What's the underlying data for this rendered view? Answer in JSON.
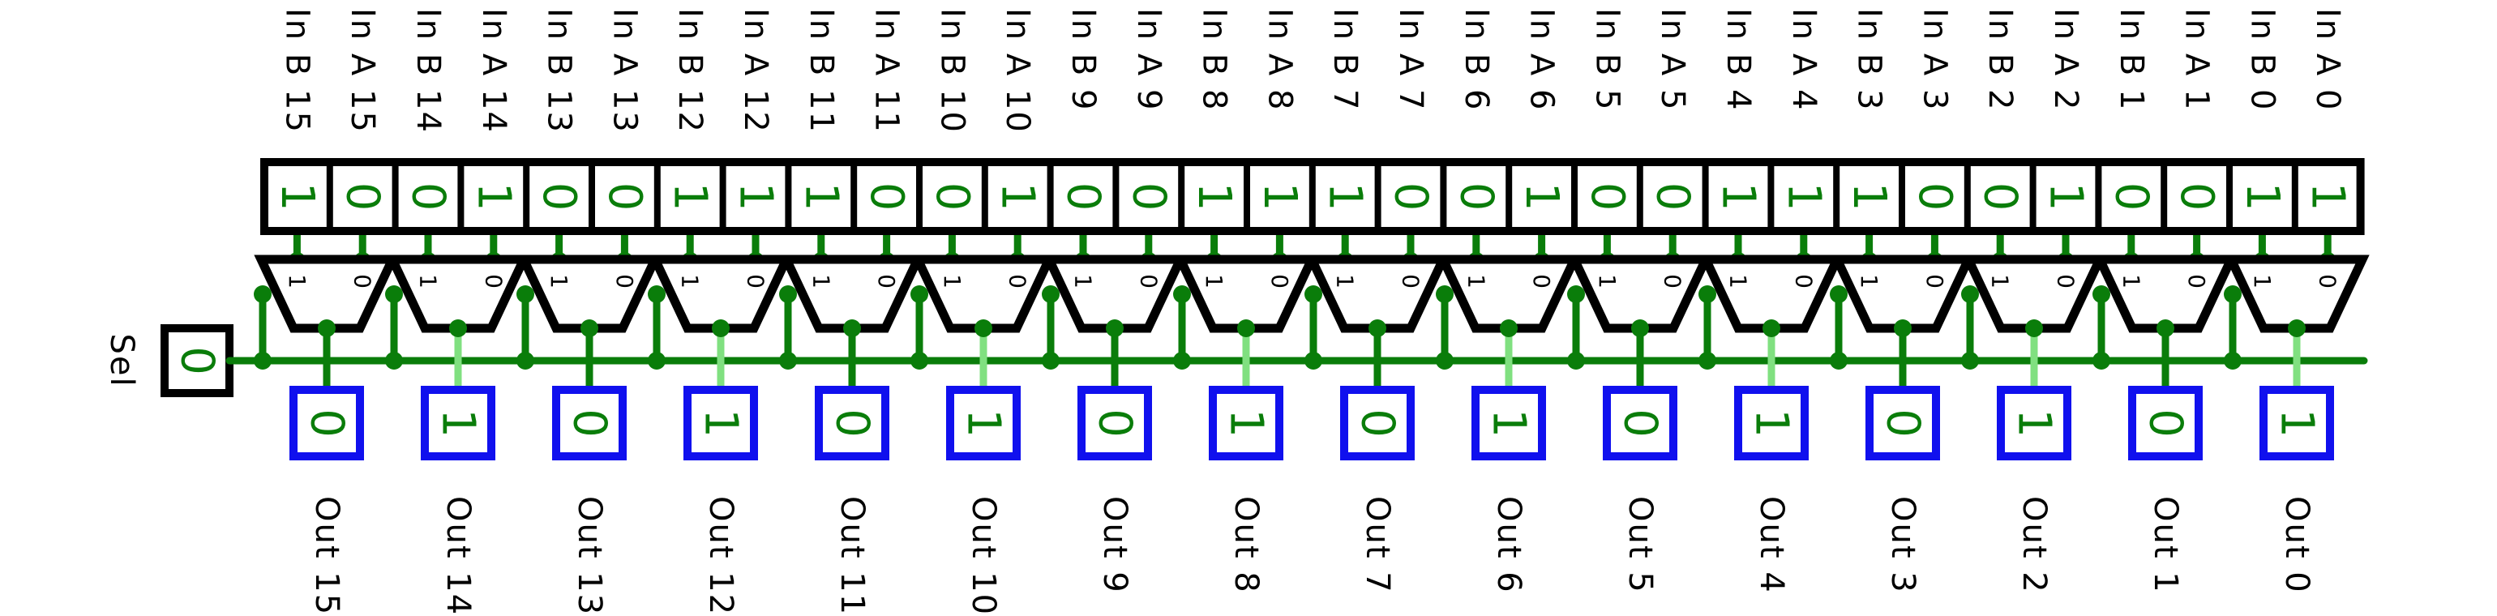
{
  "inputs": [
    {
      "label": "In B 15",
      "value": "1"
    },
    {
      "label": "In A 15",
      "value": "0"
    },
    {
      "label": "In B 14",
      "value": "0"
    },
    {
      "label": "In A 14",
      "value": "1"
    },
    {
      "label": "In B 13",
      "value": "0"
    },
    {
      "label": "In A 13",
      "value": "0"
    },
    {
      "label": "In B 12",
      "value": "1"
    },
    {
      "label": "In A 12",
      "value": "1"
    },
    {
      "label": "In B 11",
      "value": "1"
    },
    {
      "label": "In A 11",
      "value": "0"
    },
    {
      "label": "In B 10",
      "value": "0"
    },
    {
      "label": "In A 10",
      "value": "1"
    },
    {
      "label": "In B 9",
      "value": "0"
    },
    {
      "label": "In A 9",
      "value": "0"
    },
    {
      "label": "In B 8",
      "value": "1"
    },
    {
      "label": "In A 8",
      "value": "1"
    },
    {
      "label": "In B 7",
      "value": "1"
    },
    {
      "label": "In A 7",
      "value": "0"
    },
    {
      "label": "In B 6",
      "value": "0"
    },
    {
      "label": "In A 6",
      "value": "1"
    },
    {
      "label": "In B 5",
      "value": "0"
    },
    {
      "label": "In A 5",
      "value": "0"
    },
    {
      "label": "In B 4",
      "value": "1"
    },
    {
      "label": "In A 4",
      "value": "1"
    },
    {
      "label": "In B 3",
      "value": "1"
    },
    {
      "label": "In A 3",
      "value": "0"
    },
    {
      "label": "In B 2",
      "value": "0"
    },
    {
      "label": "In A 2",
      "value": "1"
    },
    {
      "label": "In B 1",
      "value": "0"
    },
    {
      "label": "In A 1",
      "value": "0"
    },
    {
      "label": "In B 0",
      "value": "1"
    },
    {
      "label": "In A 0",
      "value": "1"
    }
  ],
  "outputs": [
    {
      "label": "Out 15",
      "value": "0"
    },
    {
      "label": "Out 14",
      "value": "1"
    },
    {
      "label": "Out 13",
      "value": "0"
    },
    {
      "label": "Out 12",
      "value": "1"
    },
    {
      "label": "Out 11",
      "value": "0"
    },
    {
      "label": "Out 10",
      "value": "1"
    },
    {
      "label": "Out 9",
      "value": "0"
    },
    {
      "label": "Out 8",
      "value": "1"
    },
    {
      "label": "Out 7",
      "value": "0"
    },
    {
      "label": "Out 6",
      "value": "1"
    },
    {
      "label": "Out 5",
      "value": "0"
    },
    {
      "label": "Out 4",
      "value": "1"
    },
    {
      "label": "Out 3",
      "value": "0"
    },
    {
      "label": "Out 2",
      "value": "1"
    },
    {
      "label": "Out 1",
      "value": "0"
    },
    {
      "label": "Out 0",
      "value": "1"
    }
  ],
  "select": {
    "label": "Sel",
    "value": "0"
  },
  "mux_pin_labels": {
    "b": "1",
    "a": "0"
  },
  "colors": {
    "wire_high": "#0a7d0a",
    "wire_low": "#80e080",
    "input_border": "#000000",
    "output_border": "#1010ee",
    "bit_text": "#0a7d0a"
  }
}
